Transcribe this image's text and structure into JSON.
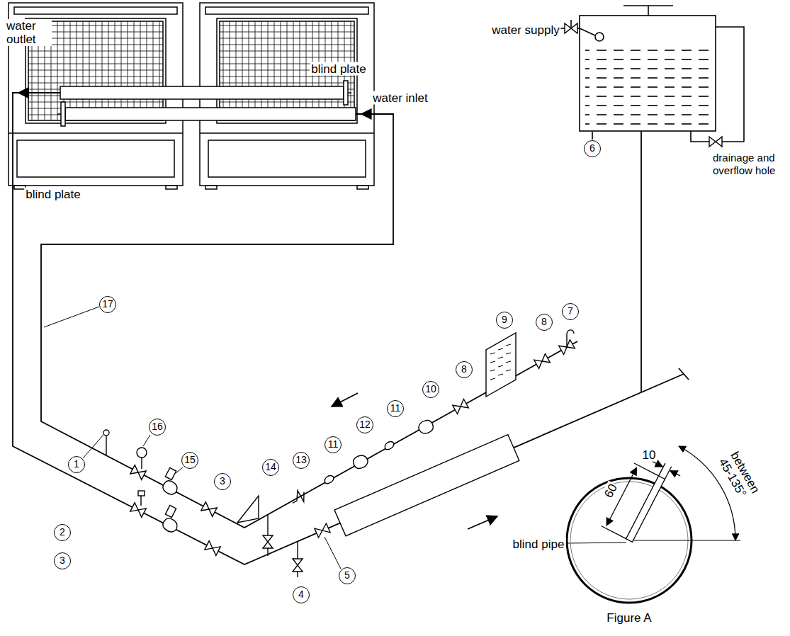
{
  "diagram": {
    "labels": [
      "water outlet",
      "blind plate",
      "water inlet",
      "blind plate",
      "water supply",
      "drainage and overflow hole",
      "6",
      "7",
      "8",
      "9",
      "8",
      "10",
      "11",
      "12",
      "11",
      "13",
      "14",
      "3",
      "15",
      "16",
      "17",
      "1",
      "2",
      "3",
      "4",
      "5",
      "60",
      "10",
      "between 45-135°",
      "blind pipe",
      "Figure A"
    ]
  }
}
